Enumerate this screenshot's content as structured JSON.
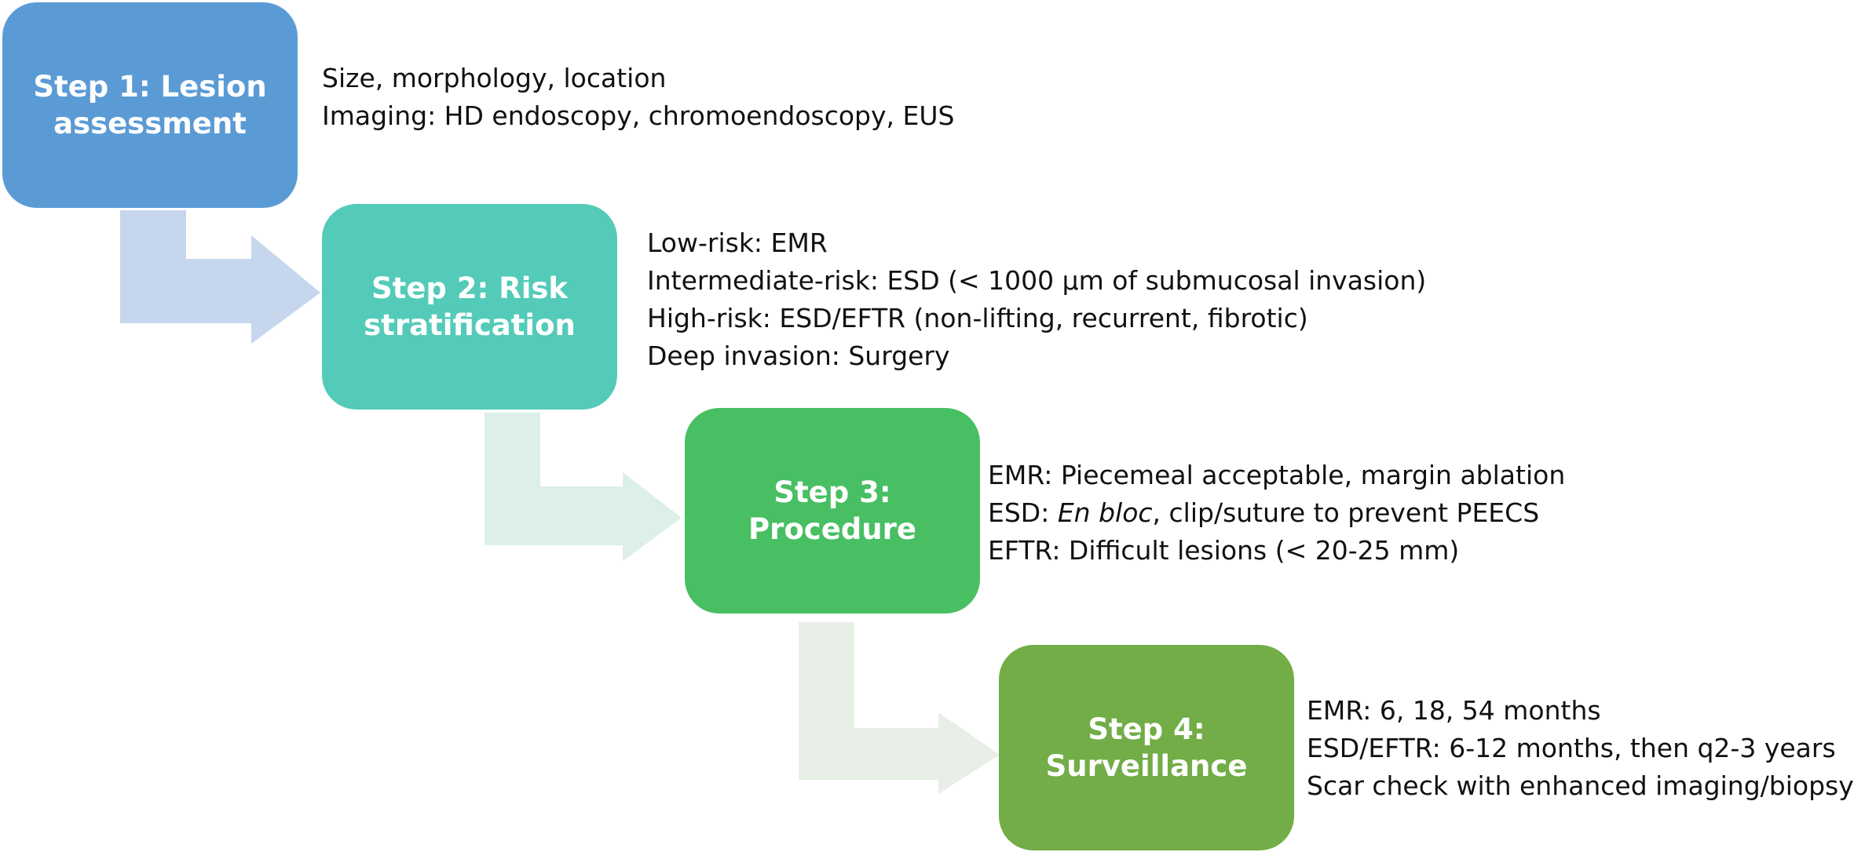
{
  "steps": [
    {
      "title": "Step 1: Lesion assessment",
      "color": "#5b9bd5",
      "notes": [
        "Size, morphology, location",
        "Imaging: HD endoscopy, chromoendoscopy, EUS"
      ]
    },
    {
      "title": "Step 2: Risk stratification",
      "color": "#53cbb8",
      "notes": [
        "Low-risk: EMR",
        "Intermediate-risk: ESD (< 1000 µm of submucosal invasion)",
        "High-risk: ESD/EFTR (non-lifting, recurrent, fibrotic)",
        "Deep invasion: Surgery"
      ]
    },
    {
      "title": "Step 3: Procedure",
      "color": "#48bf63",
      "notes": {
        "line1": "EMR: Piecemeal acceptable, margin ablation",
        "line2_prefix": "ESD: ",
        "line2_italic": "En bloc",
        "line2_suffix": ", clip/suture to prevent PEECS",
        "line3": "EFTR: Difficult lesions (< 20-25 mm)"
      }
    },
    {
      "title": "Step 4: Surveillance",
      "color": "#72ad47",
      "notes": [
        "EMR: 6, 18, 54 months",
        "ESD/EFTR: 6-12 months, then q2-3 years",
        "Scar check with enhanced imaging/biopsy"
      ]
    }
  ],
  "arrow_colors": [
    "#c5d6ed",
    "#dcefe9",
    "#e8efe6"
  ]
}
